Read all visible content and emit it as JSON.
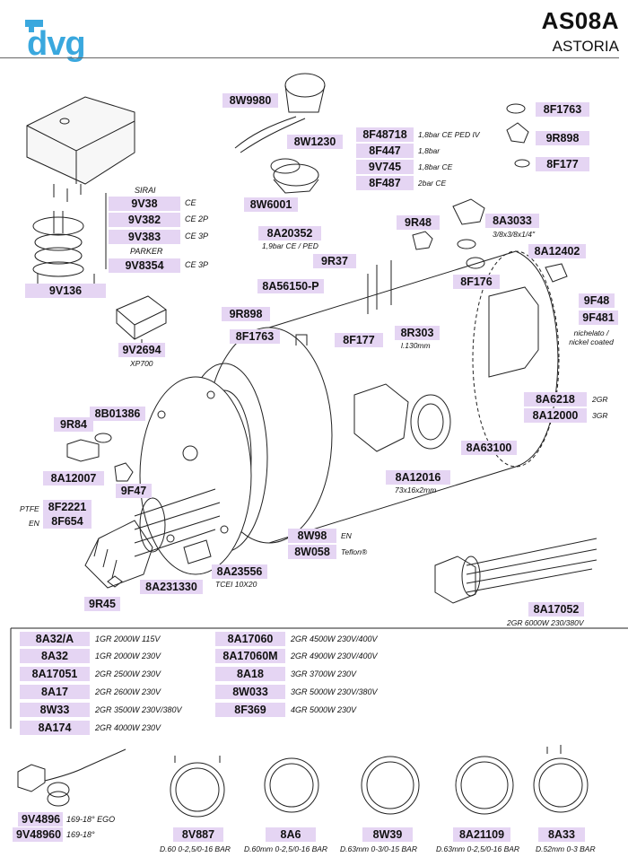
{
  "brand": {
    "logo_text": "dvg",
    "logo_color": "#3aa8de"
  },
  "header": {
    "title": "AS08A",
    "subtitle": "ASTORIA"
  },
  "accent_color": "#e5d5f3",
  "parts": [
    {
      "code": "8W9980"
    },
    {
      "code": "8W1230"
    },
    {
      "code": "8W6001"
    },
    {
      "code": "8F48718",
      "note": "1,8bar CE PED IV"
    },
    {
      "code": "8F447",
      "note": "1,8bar"
    },
    {
      "code": "9V745",
      "note": "1,8bar CE"
    },
    {
      "code": "8F487",
      "note": "2bar CE"
    },
    {
      "code": "8F1763"
    },
    {
      "code": "9R898"
    },
    {
      "code": "8F177"
    },
    {
      "code": "9V38",
      "note": "CE"
    },
    {
      "code": "9V382",
      "note": "CE 2P"
    },
    {
      "code": "9V383",
      "note": "CE 3P"
    },
    {
      "code": "9V8354",
      "note": "CE 3P"
    },
    {
      "code": "9V136"
    },
    {
      "code": "8A20352",
      "note": "1,9bar CE / PED"
    },
    {
      "code": "9R48"
    },
    {
      "code": "8A3033",
      "note": "3/8x3/8x1/4\""
    },
    {
      "code": "9R37"
    },
    {
      "code": "8A12402"
    },
    {
      "code": "8F176"
    },
    {
      "code": "8A56150-P"
    },
    {
      "code": "9R898"
    },
    {
      "code": "8F1763"
    },
    {
      "code": "8F177"
    },
    {
      "code": "8R303",
      "note": "l.130mm"
    },
    {
      "code": "9F48"
    },
    {
      "code": "9F481",
      "note": "nichelato / nickel coated"
    },
    {
      "code": "9V2694",
      "note": "XP700"
    },
    {
      "code": "8A6218",
      "note": "2GR"
    },
    {
      "code": "8A12000",
      "note": "3GR"
    },
    {
      "code": "8B01386"
    },
    {
      "code": "9R84"
    },
    {
      "code": "8A63100"
    },
    {
      "code": "8A12007"
    },
    {
      "code": "9F47"
    },
    {
      "code": "8A12016",
      "note": "73x16x2mm"
    },
    {
      "code": "8F2221",
      "prefix": "PTFE"
    },
    {
      "code": "8F654",
      "prefix": "EN"
    },
    {
      "code": "8W98",
      "note": "EN"
    },
    {
      "code": "8W058",
      "note": "Teflon®"
    },
    {
      "code": "8A23556",
      "note": "TCEI 10X20"
    },
    {
      "code": "8A231330"
    },
    {
      "code": "9R45"
    },
    {
      "code": "8A17052",
      "note": "2GR 6000W 230/380V"
    }
  ],
  "switch_labels": {
    "sirai": "SIRAI",
    "parker": "PARKER"
  },
  "element_table": {
    "left": [
      {
        "code": "8A32/A",
        "desc": "1GR 2000W 115V"
      },
      {
        "code": "8A32",
        "desc": "1GR 2000W 230V"
      },
      {
        "code": "8A17051",
        "desc": "2GR 2500W 230V"
      },
      {
        "code": "8A17",
        "desc": "2GR 2600W 230V"
      },
      {
        "code": "8W33",
        "desc": "2GR 3500W 230V/380V"
      },
      {
        "code": "8A174",
        "desc": "2GR 4000W 230V"
      }
    ],
    "right": [
      {
        "code": "8A17060",
        "desc": "2GR 4500W 230V/400V"
      },
      {
        "code": "8A17060M",
        "desc": "2GR 4900W 230V/400V"
      },
      {
        "code": "8A18",
        "desc": "3GR 3700W 230V"
      },
      {
        "code": "8W033",
        "desc": "3GR 5000W 230V/380V"
      },
      {
        "code": "8F369",
        "desc": "4GR 5000W 230V"
      }
    ]
  },
  "bottom": [
    {
      "code": "9V4896",
      "note": "169-18° EGO"
    },
    {
      "code": "9V48960",
      "note": "169-18°"
    },
    {
      "code": "8V887",
      "note": "D.60 0-2,5/0-16 BAR"
    },
    {
      "code": "8A6",
      "note": "D.60mm 0-2,5/0-16 BAR"
    },
    {
      "code": "8W39",
      "note": "D.63mm 0-3/0-15 BAR"
    },
    {
      "code": "8A21109",
      "note": "D.63mm 0-2,5/0-16 BAR"
    },
    {
      "code": "8A33",
      "note": "D.52mm 0-3 BAR"
    }
  ]
}
